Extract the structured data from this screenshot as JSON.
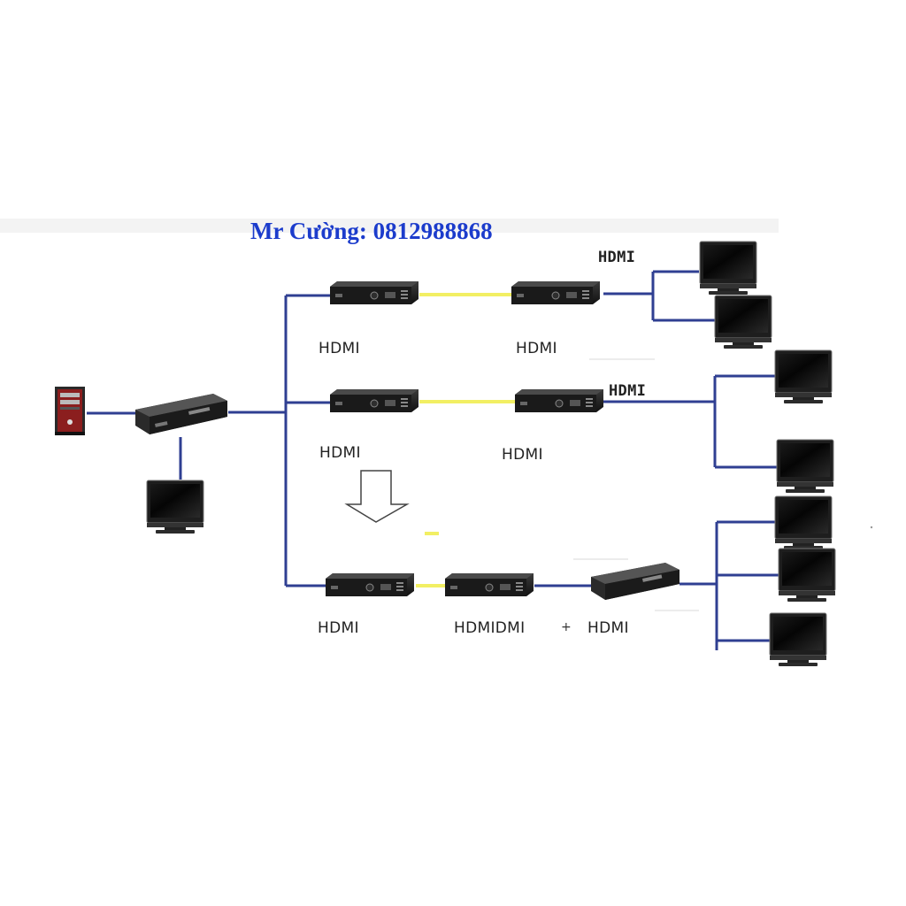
{
  "contact": {
    "text": "Mr Cường: 0812988868"
  },
  "labels": {
    "top_hdmi_out": "HDMI",
    "row1_tx": "HDMI",
    "row1_rx": "HDMI",
    "row2_hdmi_out": "HDMI",
    "row2_tx": "HDMI",
    "row2_rx": "HDMI",
    "row3_tx": "HDMI",
    "row3_rx": "HDMI​DMI",
    "row3_plus": "+",
    "row3_splitter": "HDMI"
  },
  "colors": {
    "cable": "#2f3f92",
    "fiber": "#f2ef63",
    "contact_text": "#1c3ccc"
  }
}
